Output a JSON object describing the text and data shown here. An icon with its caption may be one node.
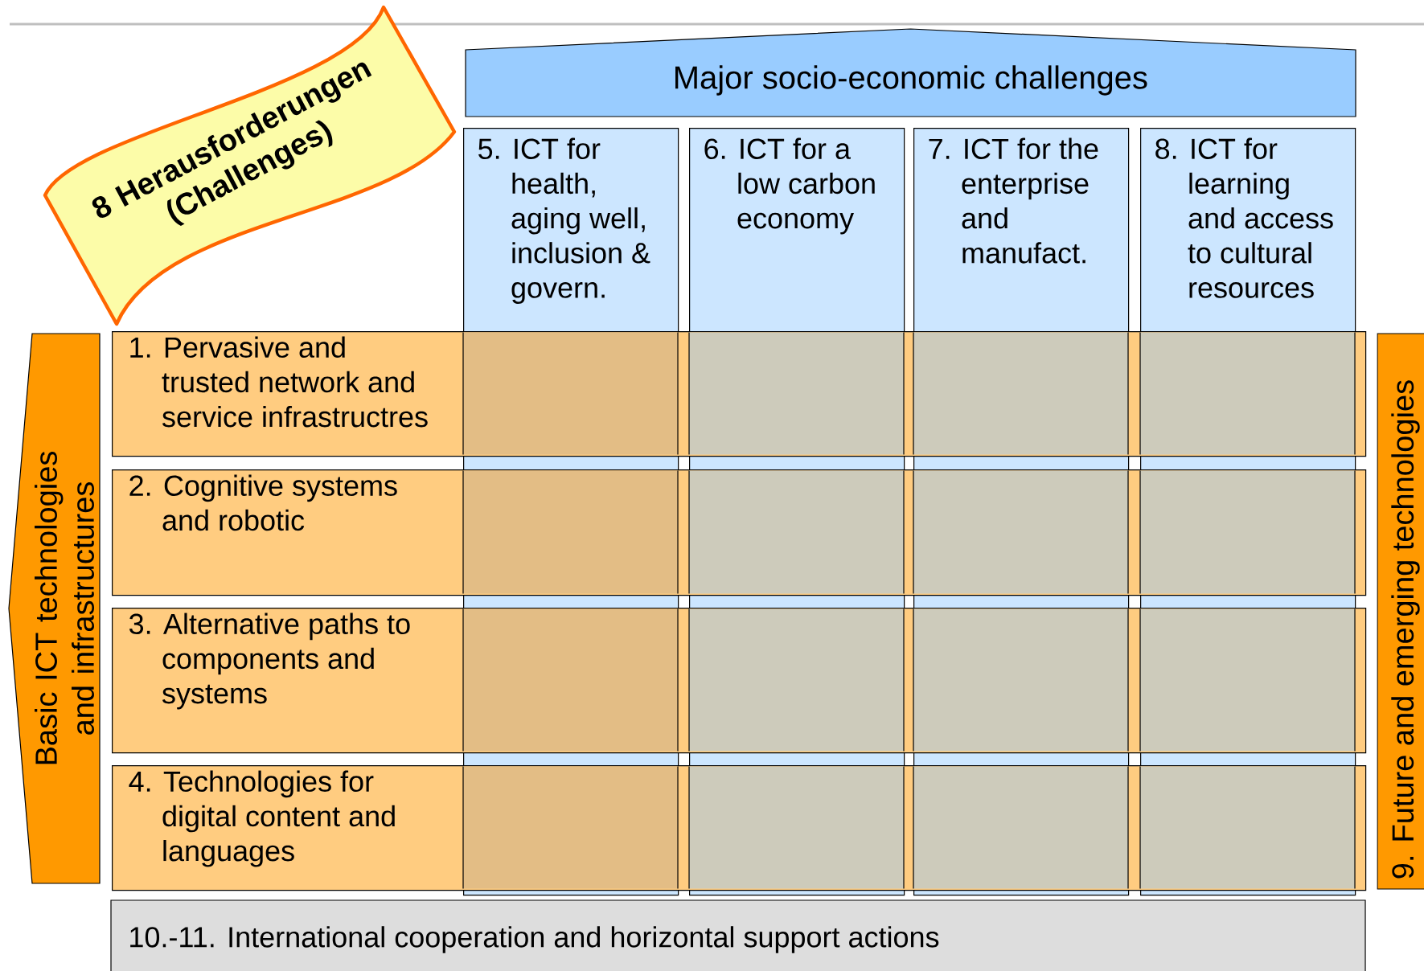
{
  "diagram": {
    "nodes": [
      {
        "text": [
          "8 Herausforderungen (Challenges)"
        ]
      },
      {
        "text": [
          "Major socio-economic challenges"
        ]
      },
      {
        "text": [
          "5. ICT for health, aging well, inclusion & govern."
        ]
      },
      {
        "text": [
          "6. ICT for a low carbon economy"
        ]
      },
      {
        "text": [
          "7. ICT for the enterprise and manufact."
        ]
      },
      {
        "text": [
          "8. ICT for learning and access to cultural resources"
        ]
      },
      {
        "text": [
          "1. Pervasive and trusted network and service infrastructres"
        ]
      },
      {
        "text": [
          "2. Cognitive systems and robotic"
        ]
      },
      {
        "text": [
          "3. Alternative paths to components and systems"
        ]
      },
      {
        "text": [
          "4. Technologies for digital content and languages"
        ]
      },
      {
        "text": [
          "Basic ICT technologies and infrastructures"
        ]
      },
      {
        "text": [
          "9. Future and emerging technologies"
        ]
      },
      {
        "text": [
          "10.-11. International cooperation and horizontal support actions"
        ]
      }
    ]
  }
}
